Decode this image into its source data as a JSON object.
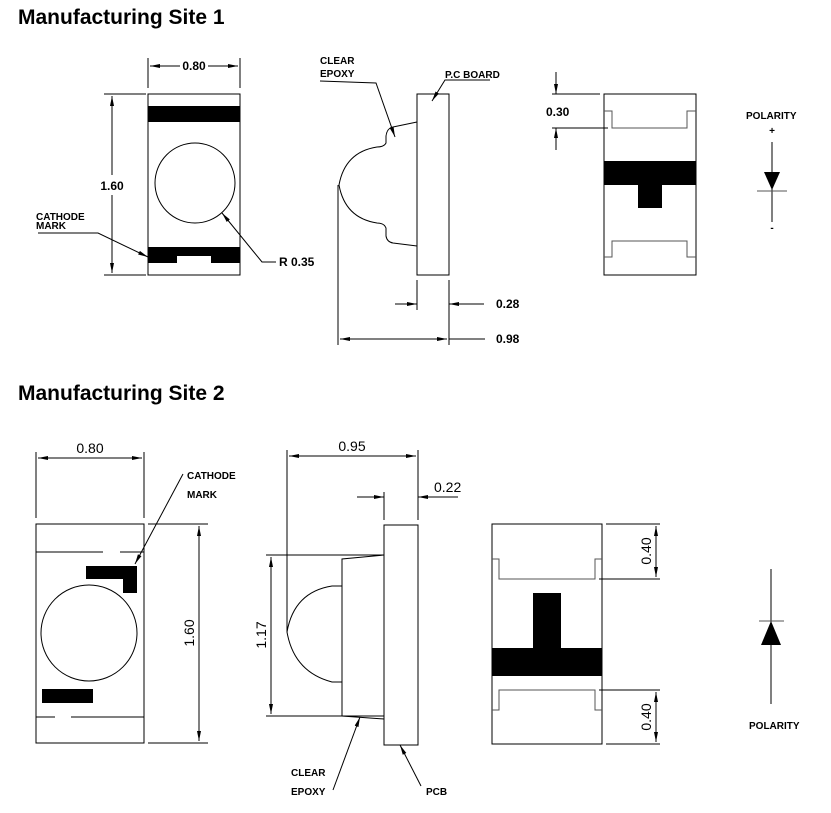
{
  "site1": {
    "title": "Manufacturing Site 1",
    "top_view": {
      "width_dim": "0.80",
      "height_dim": "1.60",
      "cathode_label_line1": "CATHODE",
      "cathode_label_line2": "MARK",
      "radius_dim": "R 0.35"
    },
    "side_view": {
      "epoxy_label_line1": "CLEAR",
      "epoxy_label_line2": "EPOXY",
      "board_label": "P.C BOARD",
      "board_thickness_dim": "0.28",
      "total_height_dim": "0.98"
    },
    "bottom_view": {
      "pad_dim": "0.30"
    },
    "polarity": {
      "label": "POLARITY",
      "plus": "+",
      "minus": "-"
    }
  },
  "site2": {
    "title": "Manufacturing Site 2",
    "top_view": {
      "width_dim": "0.80",
      "height_dim": "1.60",
      "cathode_label_line1": "CATHODE",
      "cathode_label_line2": "MARK"
    },
    "side_view": {
      "total_height_dim": "0.95",
      "board_thickness_dim": "0.22",
      "epoxy_width_dim": "1.17",
      "epoxy_label_line1": "CLEAR",
      "epoxy_label_line2": "EPOXY",
      "board_label": "PCB"
    },
    "bottom_view": {
      "top_pad_dim": "0.40",
      "bottom_pad_dim": "0.40"
    },
    "polarity": {
      "label": "POLARITY"
    }
  }
}
